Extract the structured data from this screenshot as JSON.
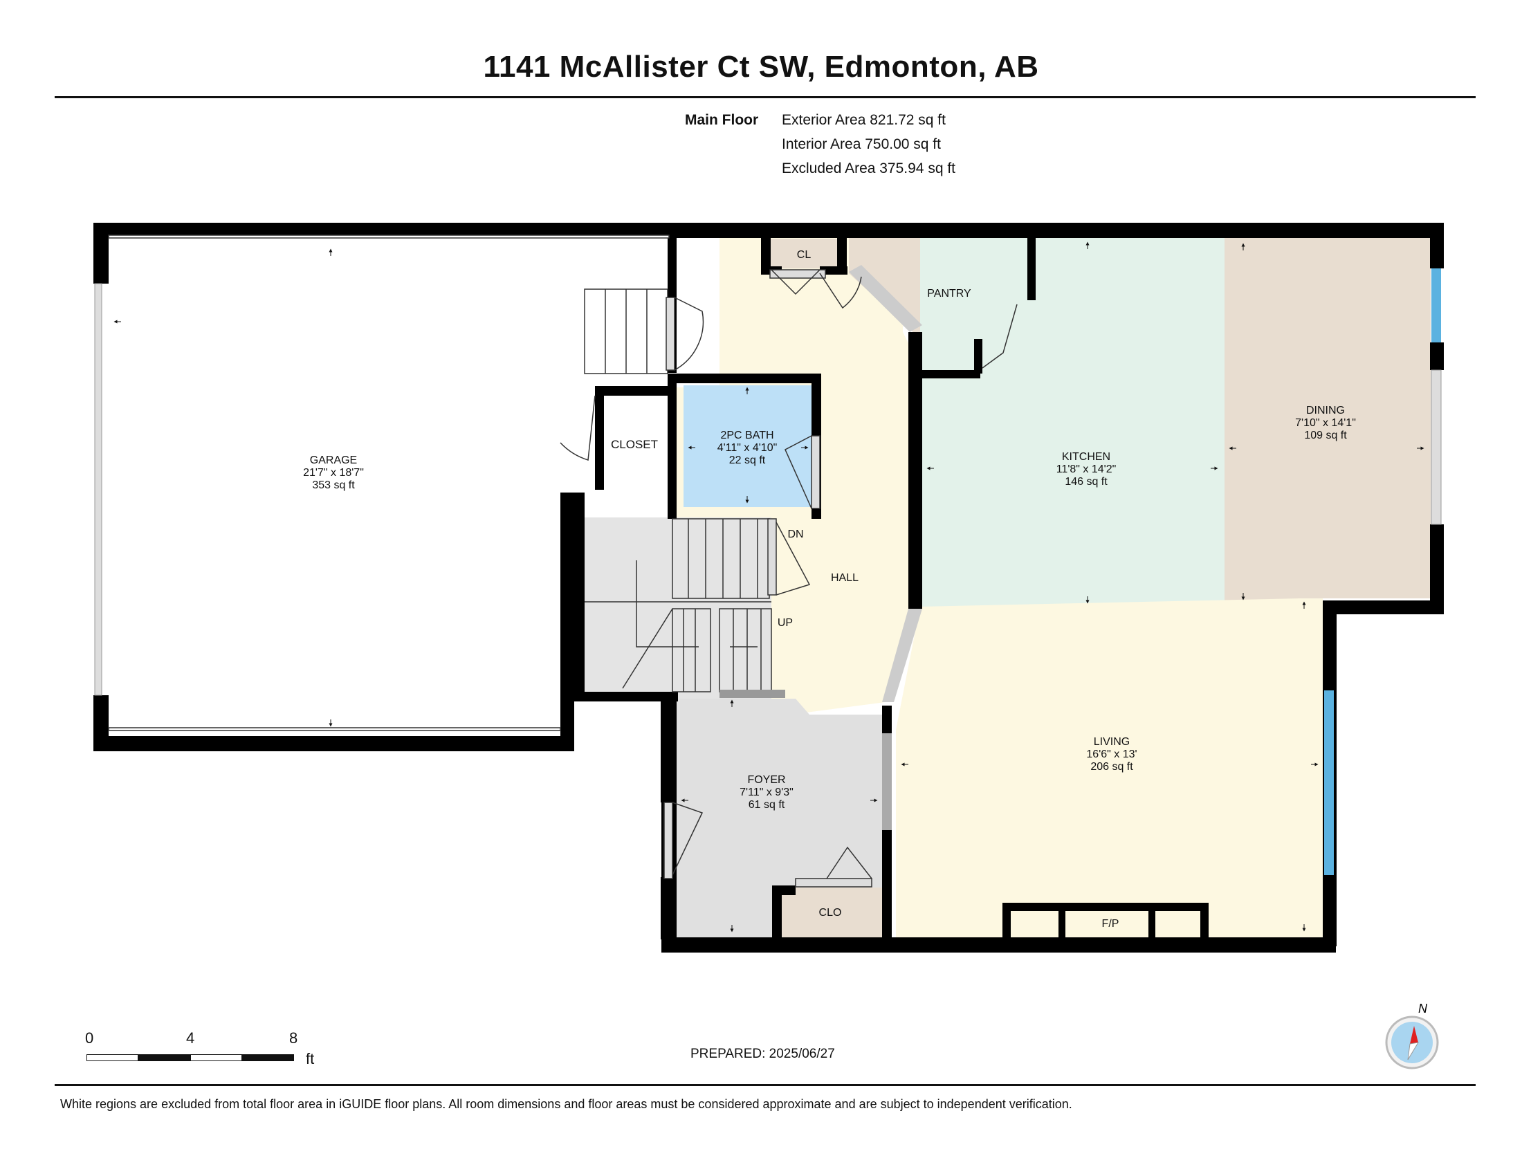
{
  "header": {
    "title": "1141 McAllister Ct SW, Edmonton, AB"
  },
  "areas": {
    "floor_name": "Main Floor",
    "exterior": "Exterior Area 821.72 sq ft",
    "interior": "Interior Area 750.00 sq ft",
    "excluded": "Excluded Area 375.94 sq ft"
  },
  "rooms": {
    "garage": {
      "name": "GARAGE",
      "dims": "21'7\" x 18'7\"",
      "area": "353 sq ft"
    },
    "closet": {
      "name": "CLOSET"
    },
    "bath": {
      "name": "2PC BATH",
      "dims": "4'11\" x 4'10\"",
      "area": "22 sq ft"
    },
    "cl": {
      "name": "CL"
    },
    "pantry": {
      "name": "PANTRY"
    },
    "kitchen": {
      "name": "KITCHEN",
      "dims": "11'8\" x 14'2\"",
      "area": "146 sq ft"
    },
    "dining": {
      "name": "DINING",
      "dims": "7'10\" x 14'1\"",
      "area": "109 sq ft"
    },
    "hall": {
      "name": "HALL"
    },
    "dn": {
      "name": "DN"
    },
    "up": {
      "name": "UP"
    },
    "foyer": {
      "name": "FOYER",
      "dims": "7'11\" x 9'3\"",
      "area": "61 sq ft"
    },
    "clo": {
      "name": "CLO"
    },
    "living": {
      "name": "LIVING",
      "dims": "16'6\" x 13'",
      "area": "206 sq ft"
    },
    "fireplace": {
      "name": "F/P"
    }
  },
  "colors": {
    "wall": "#000000",
    "hall": "#fdf8e1",
    "kitchen": "#e3f2ea",
    "dining": "#e8ddd0",
    "pantry": "#e8ddd0",
    "bath": "#bde0f7",
    "foyer": "#e0e0e0",
    "stairs": "#e4e4e4",
    "living": "#fdf8e1",
    "window": "#5bb2e0"
  },
  "scale": {
    "labels": [
      "0",
      "4",
      "8"
    ],
    "unit": "ft"
  },
  "prepared": "PREPARED: 2025/06/27",
  "compass": {
    "label": "N",
    "icon": "compass-icon"
  },
  "footer": {
    "disclaimer": "White regions are excluded from total floor area in iGUIDE floor plans. All room dimensions and floor areas must be considered approximate and are subject to independent verification."
  }
}
